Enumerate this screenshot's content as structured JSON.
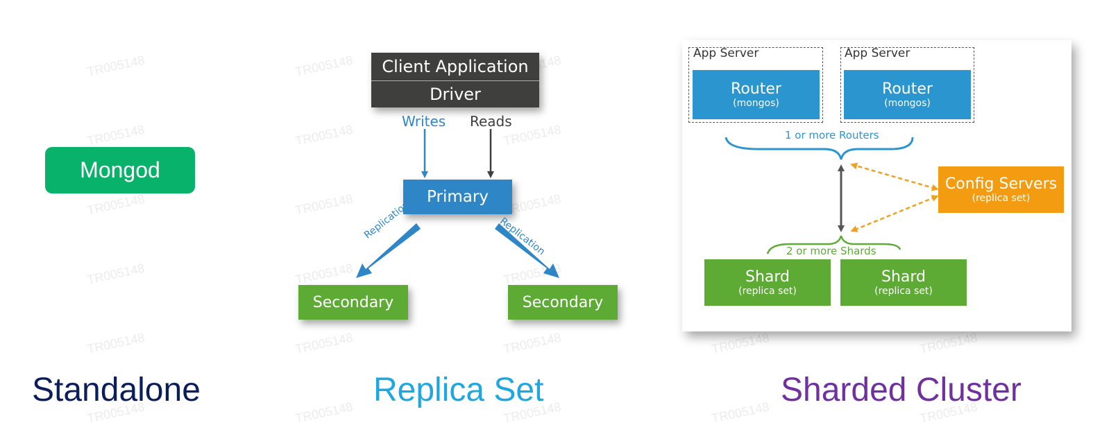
{
  "standalone": {
    "node_label": "Mongod",
    "title": "Standalone"
  },
  "replica_set": {
    "client_label": "Client Application",
    "driver_label": "Driver",
    "writes_label": "Writes",
    "reads_label": "Reads",
    "primary_label": "Primary",
    "replication_label": "Replication",
    "secondary_labels": [
      "Secondary",
      "Secondary"
    ],
    "title": "Replica Set"
  },
  "sharded_cluster": {
    "app_servers": [
      {
        "label": "App Server",
        "router": "Router",
        "router_sub": "(mongos)"
      },
      {
        "label": "App Server",
        "router": "Router",
        "router_sub": "(mongos)"
      }
    ],
    "routers_note": "1 or more Routers",
    "config_label": "Config Servers",
    "config_sub": "(replica set)",
    "shards_note": "2 or more Shards",
    "shards": [
      {
        "label": "Shard",
        "sub": "(replica set)"
      },
      {
        "label": "Shard",
        "sub": "(replica set)"
      }
    ],
    "title": "Sharded Cluster"
  },
  "watermark": "TR005148",
  "colors": {
    "mongod": "#08b26a",
    "standalone_title": "#0b1e5b",
    "replica_title": "#1ea7e1",
    "sharded_title": "#7030a0",
    "primary": "#2e86c7",
    "secondary": "#5dab35",
    "config": "#f39c12",
    "driver": "#3f3f3d"
  }
}
